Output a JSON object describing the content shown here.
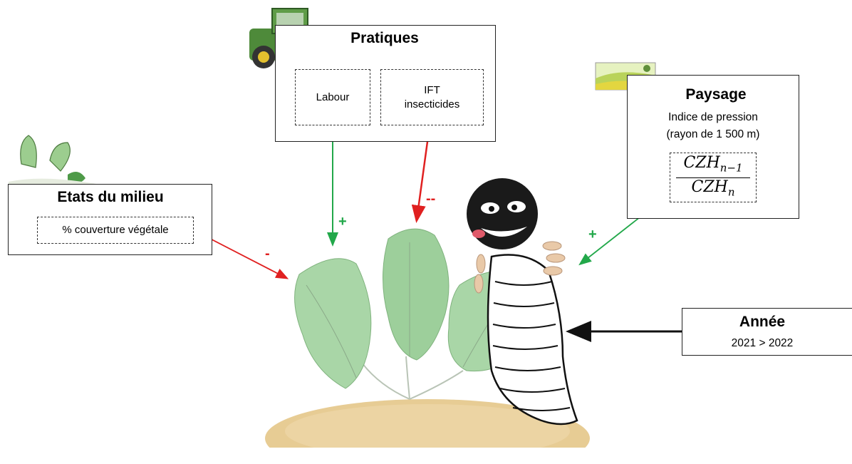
{
  "pratiques": {
    "title": "Pratiques",
    "items": [
      "Labour",
      "IFT insecticides"
    ]
  },
  "paysage": {
    "title": "Paysage",
    "subtitle_line1": "Indice de pression",
    "subtitle_line2": "(rayon de 1 500 m)",
    "formula_numerator": "CZH",
    "numerator_subscript": "n−1",
    "formula_denominator": "CZH",
    "denominator_subscript": "n"
  },
  "etats": {
    "title": "Etats du milieu",
    "item": "% couverture végétale"
  },
  "annee": {
    "title": "Année",
    "value": "2021 > 2022"
  },
  "effects": {
    "labour": "+",
    "ift": "--",
    "couverture": "-",
    "paysage": "+"
  },
  "colors": {
    "positive": "#22a84a",
    "negative": "#e02020",
    "neutral": "#111111",
    "leaf": "#a8d5a5",
    "soil": "#e2c48a"
  },
  "icons": [
    "tractor-icon",
    "landscape-icon",
    "plants-icon",
    "leaves-illustration",
    "grub-illustration",
    "soil-mound"
  ]
}
